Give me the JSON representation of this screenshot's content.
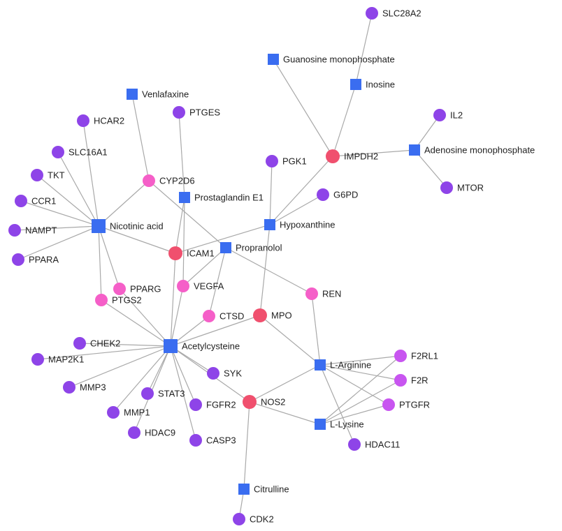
{
  "colors": {
    "drug": "#3a6df0",
    "hub_target": "#f0506e",
    "pink_target": "#f55fc8",
    "magenta_target": "#c855f0",
    "purple_target": "#8e44e8",
    "edge": "#a9a9a9"
  },
  "nodes": [
    {
      "id": "SLC28A2",
      "label": "SLC28A2",
      "kind": "gene",
      "color": "purple_target"
    },
    {
      "id": "Guanosine monophosphate",
      "label": "Guanosine monophosphate",
      "kind": "drug",
      "color": "drug"
    },
    {
      "id": "Inosine",
      "label": "Inosine",
      "kind": "drug",
      "color": "drug"
    },
    {
      "id": "Venlafaxine",
      "label": "Venlafaxine",
      "kind": "drug",
      "color": "drug"
    },
    {
      "id": "PTGES",
      "label": "PTGES",
      "kind": "gene",
      "color": "purple_target"
    },
    {
      "id": "IL2",
      "label": "IL2",
      "kind": "gene",
      "color": "purple_target"
    },
    {
      "id": "HCAR2",
      "label": "HCAR2",
      "kind": "gene",
      "color": "purple_target"
    },
    {
      "id": "IMPDH2",
      "label": "IMPDH2",
      "kind": "gene",
      "color": "hub_target"
    },
    {
      "id": "Adenosine monophosphate",
      "label": "Adenosine monophosphate",
      "kind": "drug",
      "color": "drug"
    },
    {
      "id": "SLC16A1",
      "label": "SLC16A1",
      "kind": "gene",
      "color": "purple_target"
    },
    {
      "id": "PGK1",
      "label": "PGK1",
      "kind": "gene",
      "color": "purple_target"
    },
    {
      "id": "TKT",
      "label": "TKT",
      "kind": "gene",
      "color": "purple_target"
    },
    {
      "id": "CYP2D6",
      "label": "CYP2D6",
      "kind": "gene",
      "color": "pink_target"
    },
    {
      "id": "MTOR",
      "label": "MTOR",
      "kind": "gene",
      "color": "purple_target"
    },
    {
      "id": "G6PD",
      "label": "G6PD",
      "kind": "gene",
      "color": "purple_target"
    },
    {
      "id": "Prostaglandin E1",
      "label": "Prostaglandin E1",
      "kind": "drug",
      "color": "drug"
    },
    {
      "id": "CCR1",
      "label": "CCR1",
      "kind": "gene",
      "color": "purple_target"
    },
    {
      "id": "Nicotinic acid",
      "label": "Nicotinic acid",
      "kind": "drug",
      "color": "drug",
      "big": true
    },
    {
      "id": "Hypoxanthine",
      "label": "Hypoxanthine",
      "kind": "drug",
      "color": "drug"
    },
    {
      "id": "NAMPT",
      "label": "NAMPT",
      "kind": "gene",
      "color": "purple_target"
    },
    {
      "id": "Propranolol",
      "label": "Propranolol",
      "kind": "drug",
      "color": "drug"
    },
    {
      "id": "ICAM1",
      "label": "ICAM1",
      "kind": "gene",
      "color": "hub_target"
    },
    {
      "id": "PPARA",
      "label": "PPARA",
      "kind": "gene",
      "color": "purple_target"
    },
    {
      "id": "PPARG",
      "label": "PPARG",
      "kind": "gene",
      "color": "pink_target"
    },
    {
      "id": "VEGFA",
      "label": "VEGFA",
      "kind": "gene",
      "color": "pink_target"
    },
    {
      "id": "PTGS2",
      "label": "PTGS2",
      "kind": "gene",
      "color": "pink_target"
    },
    {
      "id": "REN",
      "label": "REN",
      "kind": "gene",
      "color": "pink_target"
    },
    {
      "id": "CTSD",
      "label": "CTSD",
      "kind": "gene",
      "color": "pink_target"
    },
    {
      "id": "MPO",
      "label": "MPO",
      "kind": "gene",
      "color": "hub_target"
    },
    {
      "id": "CHEK2",
      "label": "CHEK2",
      "kind": "gene",
      "color": "purple_target"
    },
    {
      "id": "Acetylcysteine",
      "label": "Acetylcysteine",
      "kind": "drug",
      "color": "drug",
      "big": true
    },
    {
      "id": "F2RL1",
      "label": "F2RL1",
      "kind": "gene",
      "color": "magenta_target"
    },
    {
      "id": "MAP2K1",
      "label": "MAP2K1",
      "kind": "gene",
      "color": "purple_target"
    },
    {
      "id": "L-Arginine",
      "label": "L-Arginine",
      "kind": "drug",
      "color": "drug"
    },
    {
      "id": "SYK",
      "label": "SYK",
      "kind": "gene",
      "color": "purple_target"
    },
    {
      "id": "F2R",
      "label": "F2R",
      "kind": "gene",
      "color": "magenta_target"
    },
    {
      "id": "MMP3",
      "label": "MMP3",
      "kind": "gene",
      "color": "purple_target"
    },
    {
      "id": "STAT3",
      "label": "STAT3",
      "kind": "gene",
      "color": "purple_target"
    },
    {
      "id": "NOS2",
      "label": "NOS2",
      "kind": "gene",
      "color": "hub_target"
    },
    {
      "id": "FGFR2",
      "label": "FGFR2",
      "kind": "gene",
      "color": "purple_target"
    },
    {
      "id": "PTGFR",
      "label": "PTGFR",
      "kind": "gene",
      "color": "magenta_target"
    },
    {
      "id": "MMP1",
      "label": "MMP1",
      "kind": "gene",
      "color": "purple_target"
    },
    {
      "id": "L-Lysine",
      "label": "L-Lysine",
      "kind": "drug",
      "color": "drug"
    },
    {
      "id": "HDAC9",
      "label": "HDAC9",
      "kind": "gene",
      "color": "purple_target"
    },
    {
      "id": "CASP3",
      "label": "CASP3",
      "kind": "gene",
      "color": "purple_target"
    },
    {
      "id": "HDAC11",
      "label": "HDAC11",
      "kind": "gene",
      "color": "purple_target"
    },
    {
      "id": "Citrulline",
      "label": "Citrulline",
      "kind": "drug",
      "color": "drug"
    },
    {
      "id": "CDK2",
      "label": "CDK2",
      "kind": "gene",
      "color": "purple_target"
    }
  ],
  "edges": [
    [
      "SLC28A2",
      "Inosine"
    ],
    [
      "Inosine",
      "IMPDH2"
    ],
    [
      "Guanosine monophosphate",
      "IMPDH2"
    ],
    [
      "IMPDH2",
      "Adenosine monophosphate"
    ],
    [
      "IMPDH2",
      "Hypoxanthine"
    ],
    [
      "IL2",
      "Adenosine monophosphate"
    ],
    [
      "MTOR",
      "Adenosine monophosphate"
    ],
    [
      "Venlafaxine",
      "CYP2D6"
    ],
    [
      "PTGES",
      "Prostaglandin E1"
    ],
    [
      "CYP2D6",
      "Nicotinic acid"
    ],
    [
      "CYP2D6",
      "Propranolol"
    ],
    [
      "HCAR2",
      "Nicotinic acid"
    ],
    [
      "SLC16A1",
      "Nicotinic acid"
    ],
    [
      "TKT",
      "Nicotinic acid"
    ],
    [
      "CCR1",
      "Nicotinic acid"
    ],
    [
      "NAMPT",
      "Nicotinic acid"
    ],
    [
      "PPARA",
      "Nicotinic acid"
    ],
    [
      "Nicotinic acid",
      "ICAM1"
    ],
    [
      "Nicotinic acid",
      "PPARG"
    ],
    [
      "Nicotinic acid",
      "PTGS2"
    ],
    [
      "Prostaglandin E1",
      "ICAM1"
    ],
    [
      "Prostaglandin E1",
      "VEGFA"
    ],
    [
      "Hypoxanthine",
      "PGK1"
    ],
    [
      "Hypoxanthine",
      "G6PD"
    ],
    [
      "Hypoxanthine",
      "ICAM1"
    ],
    [
      "Hypoxanthine",
      "MPO"
    ],
    [
      "Propranolol",
      "VEGFA"
    ],
    [
      "Propranolol",
      "CTSD"
    ],
    [
      "Propranolol",
      "REN"
    ],
    [
      "ICAM1",
      "Acetylcysteine"
    ],
    [
      "VEGFA",
      "Acetylcysteine"
    ],
    [
      "PTGS2",
      "Acetylcysteine"
    ],
    [
      "PPARG",
      "Acetylcysteine"
    ],
    [
      "CTSD",
      "Acetylcysteine"
    ],
    [
      "MPO",
      "Acetylcysteine"
    ],
    [
      "MPO",
      "L-Arginine"
    ],
    [
      "REN",
      "L-Arginine"
    ],
    [
      "CHEK2",
      "Acetylcysteine"
    ],
    [
      "MAP2K1",
      "Acetylcysteine"
    ],
    [
      "MMP3",
      "Acetylcysteine"
    ],
    [
      "STAT3",
      "Acetylcysteine"
    ],
    [
      "MMP1",
      "Acetylcysteine"
    ],
    [
      "HDAC9",
      "Acetylcysteine"
    ],
    [
      "FGFR2",
      "Acetylcysteine"
    ],
    [
      "CASP3",
      "Acetylcysteine"
    ],
    [
      "SYK",
      "Acetylcysteine"
    ],
    [
      "Acetylcysteine",
      "NOS2"
    ],
    [
      "NOS2",
      "L-Arginine"
    ],
    [
      "NOS2",
      "L-Lysine"
    ],
    [
      "NOS2",
      "Citrulline"
    ],
    [
      "L-Arginine",
      "F2RL1"
    ],
    [
      "L-Arginine",
      "F2R"
    ],
    [
      "L-Arginine",
      "PTGFR"
    ],
    [
      "L-Arginine",
      "HDAC11"
    ],
    [
      "L-Lysine",
      "F2RL1"
    ],
    [
      "L-Lysine",
      "F2R"
    ],
    [
      "L-Lysine",
      "PTGFR"
    ],
    [
      "Citrulline",
      "CDK2"
    ]
  ]
}
